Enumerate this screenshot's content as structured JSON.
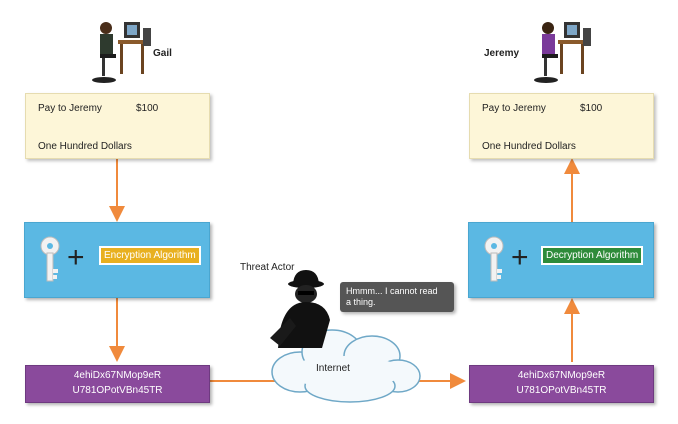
{
  "sender": {
    "name": "Gail",
    "note": {
      "payee": "Pay to Jeremy",
      "amount": "$100",
      "words": "One Hundred Dollars"
    },
    "algorithm": "Encryption Algorithm",
    "ciphertext": [
      "4ehiDx67NMop9eR",
      "U781OPotVBn45TR"
    ]
  },
  "receiver": {
    "name": "Jeremy",
    "note": {
      "payee": "Pay to Jeremy",
      "amount": "$100",
      "words": "One Hundred Dollars"
    },
    "algorithm": "Decryption Algorithm",
    "ciphertext": [
      "4ehiDx67NMop9eR",
      "U781OPotVBn45TR"
    ]
  },
  "threat": {
    "label": "Threat Actor",
    "speech": [
      "Hmmm... I cannot read",
      "a thing."
    ]
  },
  "network": {
    "label": "Internet"
  },
  "colors": {
    "arrow": "#f08a3c",
    "encryption_label": "#e8b020",
    "decryption_label": "#2e8b3a",
    "panel": "#5bb8e3",
    "cipher": "#8a4a9c"
  }
}
